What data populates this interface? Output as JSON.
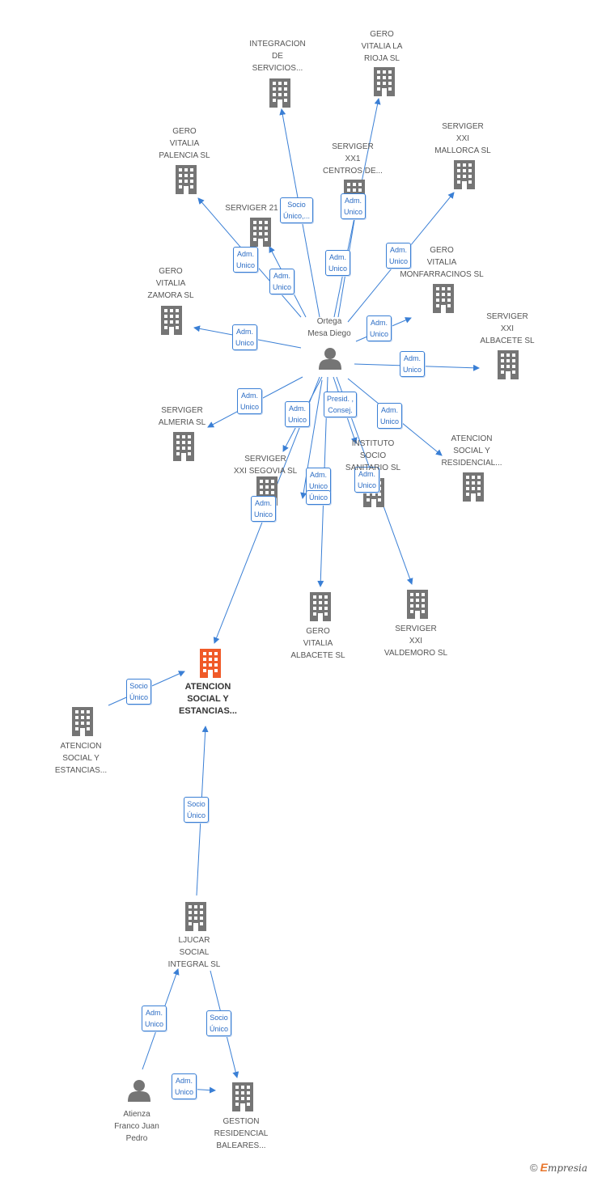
{
  "colors": {
    "edge": "#3a7fd5",
    "company": "#757575",
    "focus": "#f05a28",
    "person": "#757575"
  },
  "nodes": [
    {
      "id": "integracion",
      "type": "company",
      "label": "INTEGRACION\nDE\nSERVICIOS..."
    },
    {
      "id": "gero_rioja",
      "type": "company",
      "label": "GERO\nVITALIA LA\nRIOJA SL"
    },
    {
      "id": "gero_palencia",
      "type": "company",
      "label": "GERO\nVITALIA\nPALENCIA SL"
    },
    {
      "id": "serviger_xx1",
      "type": "company",
      "label": "SERVIGER\nXX1\nCENTROS DE..."
    },
    {
      "id": "serviger_mallorca",
      "type": "company",
      "label": "SERVIGER\nXXI\nMALLORCA SL"
    },
    {
      "id": "serviger21",
      "type": "company",
      "label": "SERVIGER 21"
    },
    {
      "id": "gero_monfarracinos",
      "type": "company",
      "label": "GERO\nVITALIA\nMONFARRACINOS SL"
    },
    {
      "id": "gero_zamora",
      "type": "company",
      "label": "GERO\nVITALIA\nZAMORA SL"
    },
    {
      "id": "ortega",
      "type": "person",
      "label": "Ortega\nMesa Diego"
    },
    {
      "id": "serviger_albacete",
      "type": "company",
      "label": "SERVIGER\nXXI\nALBACETE SL"
    },
    {
      "id": "serviger_almeria",
      "type": "company",
      "label": "SERVIGER\nALMERIA SL"
    },
    {
      "id": "serviger_segovia",
      "type": "company",
      "label": "SERVIGER\nXXI SEGOVIA SL"
    },
    {
      "id": "instituto",
      "type": "company",
      "label": "INSTITUTO\nSOCIO\nSANITARIO SL"
    },
    {
      "id": "atencion_residencial",
      "type": "company",
      "label": "ATENCION\nSOCIAL Y\nRESIDENCIAL..."
    },
    {
      "id": "gero_albacete",
      "type": "company",
      "label": "GERO\nVITALIA\nALBACETE  SL"
    },
    {
      "id": "serviger_valdemoro",
      "type": "company",
      "label": "SERVIGER\nXXI\nVALDEMORO SL"
    },
    {
      "id": "atencion_focus",
      "type": "focus",
      "label": "ATENCION\nSOCIAL Y\nESTANCIAS..."
    },
    {
      "id": "atencion_left",
      "type": "company",
      "label": "ATENCION\nSOCIAL Y\nESTANCIAS..."
    },
    {
      "id": "ljucar",
      "type": "company",
      "label": "LJUCAR\nSOCIAL\nINTEGRAL SL"
    },
    {
      "id": "atienza",
      "type": "person",
      "label": "Atienza\nFranco Juan\nPedro"
    },
    {
      "id": "gestion",
      "type": "company",
      "label": "GESTION\nRESIDENCIAL\nBALEARES..."
    }
  ],
  "edges": [
    {
      "from": "ortega",
      "to": "integracion",
      "label": "Socio\nÚnico,..."
    },
    {
      "from": "ortega",
      "to": "gero_rioja",
      "label": "Adm.\nUnico"
    },
    {
      "from": "ortega",
      "to": "serviger_xx1",
      "label": "Adm.\nUnico"
    },
    {
      "from": "ortega",
      "to": "gero_palencia",
      "label": "Adm.\nUnico"
    },
    {
      "from": "ortega",
      "to": "serviger21",
      "label": "Adm.\nUnico"
    },
    {
      "from": "ortega",
      "to": "serviger_mallorca",
      "label": "Adm.\nUnico"
    },
    {
      "from": "ortega",
      "to": "gero_monfarracinos",
      "label": "Adm.\nUnico"
    },
    {
      "from": "ortega",
      "to": "gero_zamora",
      "label": "Adm.\nUnico"
    },
    {
      "from": "ortega",
      "to": "serviger_albacete",
      "label": "Adm.\nUnico"
    },
    {
      "from": "ortega",
      "to": "serviger_almeria",
      "label": "Adm.\nUnico"
    },
    {
      "from": "ortega",
      "to": "serviger_segovia",
      "label": "Adm.\nUnico"
    },
    {
      "from": "ortega",
      "to": "instituto",
      "label": "Presid. ,\nConsej."
    },
    {
      "from": "ortega",
      "to": "atencion_residencial",
      "label": "Adm.\nUnico"
    },
    {
      "from": "ortega",
      "to": "gero_albacete",
      "label": "Adm.\nUnico"
    },
    {
      "from": "ortega",
      "to": "serviger_valdemoro",
      "label": "Adm.\nUnico"
    },
    {
      "from": "ortega",
      "to": "atencion_focus",
      "label": "Adm.\nUnico"
    },
    {
      "from": "ortega",
      "to": "gero_albacete",
      "label": "Único"
    },
    {
      "from": "atencion_left",
      "to": "atencion_focus",
      "label": "Socio\nÚnico"
    },
    {
      "from": "ljucar",
      "to": "atencion_focus",
      "label": "Socio\nÚnico"
    },
    {
      "from": "atienza",
      "to": "ljucar",
      "label": "Adm.\nUnico"
    },
    {
      "from": "ljucar",
      "to": "gestion",
      "label": "Socio\nÚnico"
    },
    {
      "from": "atienza",
      "to": "gestion",
      "label": "Adm.\nUnico"
    }
  ],
  "footer": {
    "copyright": "©",
    "brand_first": "E",
    "brand_rest": "mpresia"
  }
}
